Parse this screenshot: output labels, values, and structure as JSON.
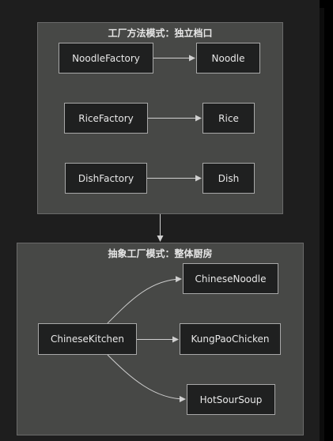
{
  "clusters": {
    "factory_method": {
      "title": "工厂方法模式：独立档口"
    },
    "abstract_factory": {
      "title": "抽象工厂模式：整体厨房"
    }
  },
  "nodes": {
    "noodle_factory": "NoodleFactory",
    "noodle": "Noodle",
    "rice_factory": "RiceFactory",
    "rice": "Rice",
    "dish_factory": "DishFactory",
    "dish": "Dish",
    "chinese_kitchen": "ChineseKitchen",
    "chinese_noodle": "ChineseNoodle",
    "kung_pao_chicken": "KungPaoChicken",
    "hot_sour_soup": "HotSourSoup"
  },
  "colors": {
    "background": "#1e1e1e",
    "cluster_fill": "#474846",
    "node_fill": "#1f2020",
    "edge": "#d0d0d0"
  }
}
